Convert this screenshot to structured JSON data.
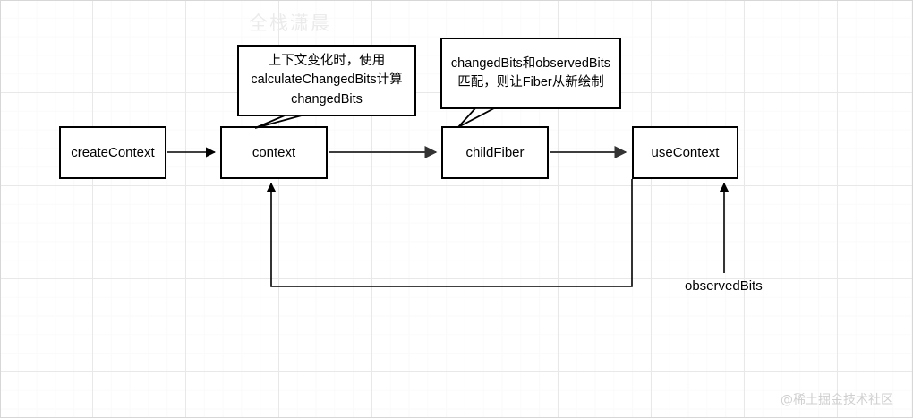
{
  "diagram": {
    "title": "React Context flow diagram",
    "nodes": [
      {
        "id": "createContext",
        "label": "createContext"
      },
      {
        "id": "context",
        "label": "context"
      },
      {
        "id": "childFiber",
        "label": "childFiber"
      },
      {
        "id": "useContext",
        "label": "useContext"
      }
    ],
    "callouts": [
      {
        "id": "callout-calculate-changed-bits",
        "text": "上下文变化时，使用\ncalculateChangedBits计算\nchangedBits",
        "attached_to": "context"
      },
      {
        "id": "callout-changed-observed-bits",
        "text": "changedBits和observedBits\n匹配，则让Fiber从新绘制",
        "attached_to": "childFiber"
      }
    ],
    "edges": [
      {
        "id": "edge-createcontext-context",
        "from": "createContext",
        "to": "context",
        "label": ""
      },
      {
        "id": "edge-context-childfiber",
        "from": "context",
        "to": "childFiber",
        "label": ""
      },
      {
        "id": "edge-childfiber-usecontext",
        "from": "childFiber",
        "to": "useContext",
        "label": ""
      },
      {
        "id": "edge-usecontext-context-feedback",
        "from": "useContext",
        "to": "context",
        "label": ""
      },
      {
        "id": "edge-observedbits-usecontext",
        "from": "observedBits",
        "to": "useContext",
        "label": "observedBits"
      }
    ],
    "labels": {
      "observed_bits": "observedBits"
    },
    "watermarks": {
      "top": "全栈潇晨",
      "bottom_right": "@稀土掘金技术社区"
    },
    "colors": {
      "stroke": "#000000",
      "edge_stroke": "#404040",
      "grid_major": "#e8e8e8",
      "grid_minor": "#fafafa",
      "background": "#ffffff"
    }
  }
}
